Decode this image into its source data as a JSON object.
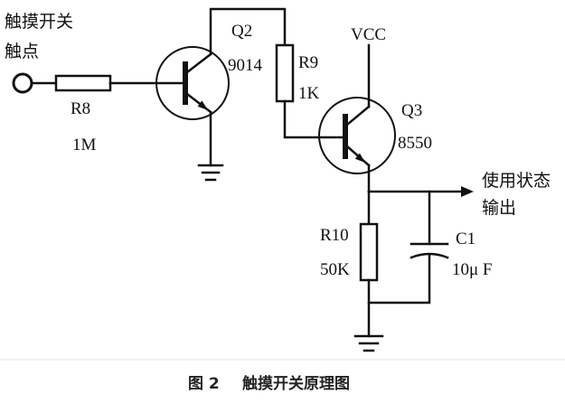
{
  "touch_input": {
    "label_line1": "触摸开关",
    "label_line2": "触点"
  },
  "r8": {
    "name": "R8",
    "value": "1M"
  },
  "q2": {
    "name": "Q2",
    "model": "9014"
  },
  "r9": {
    "name": "R9",
    "value": "1K"
  },
  "q3": {
    "name": "Q3",
    "model": "8550"
  },
  "vcc": {
    "label": "VCC"
  },
  "output": {
    "label_line1": "使用状态",
    "label_line2": "输出"
  },
  "r10": {
    "name": "R10",
    "value": "50K"
  },
  "c1": {
    "name": "C1",
    "value": "10μ F"
  },
  "caption": {
    "figure_number": "图 2",
    "title": "触摸开关原理图"
  }
}
